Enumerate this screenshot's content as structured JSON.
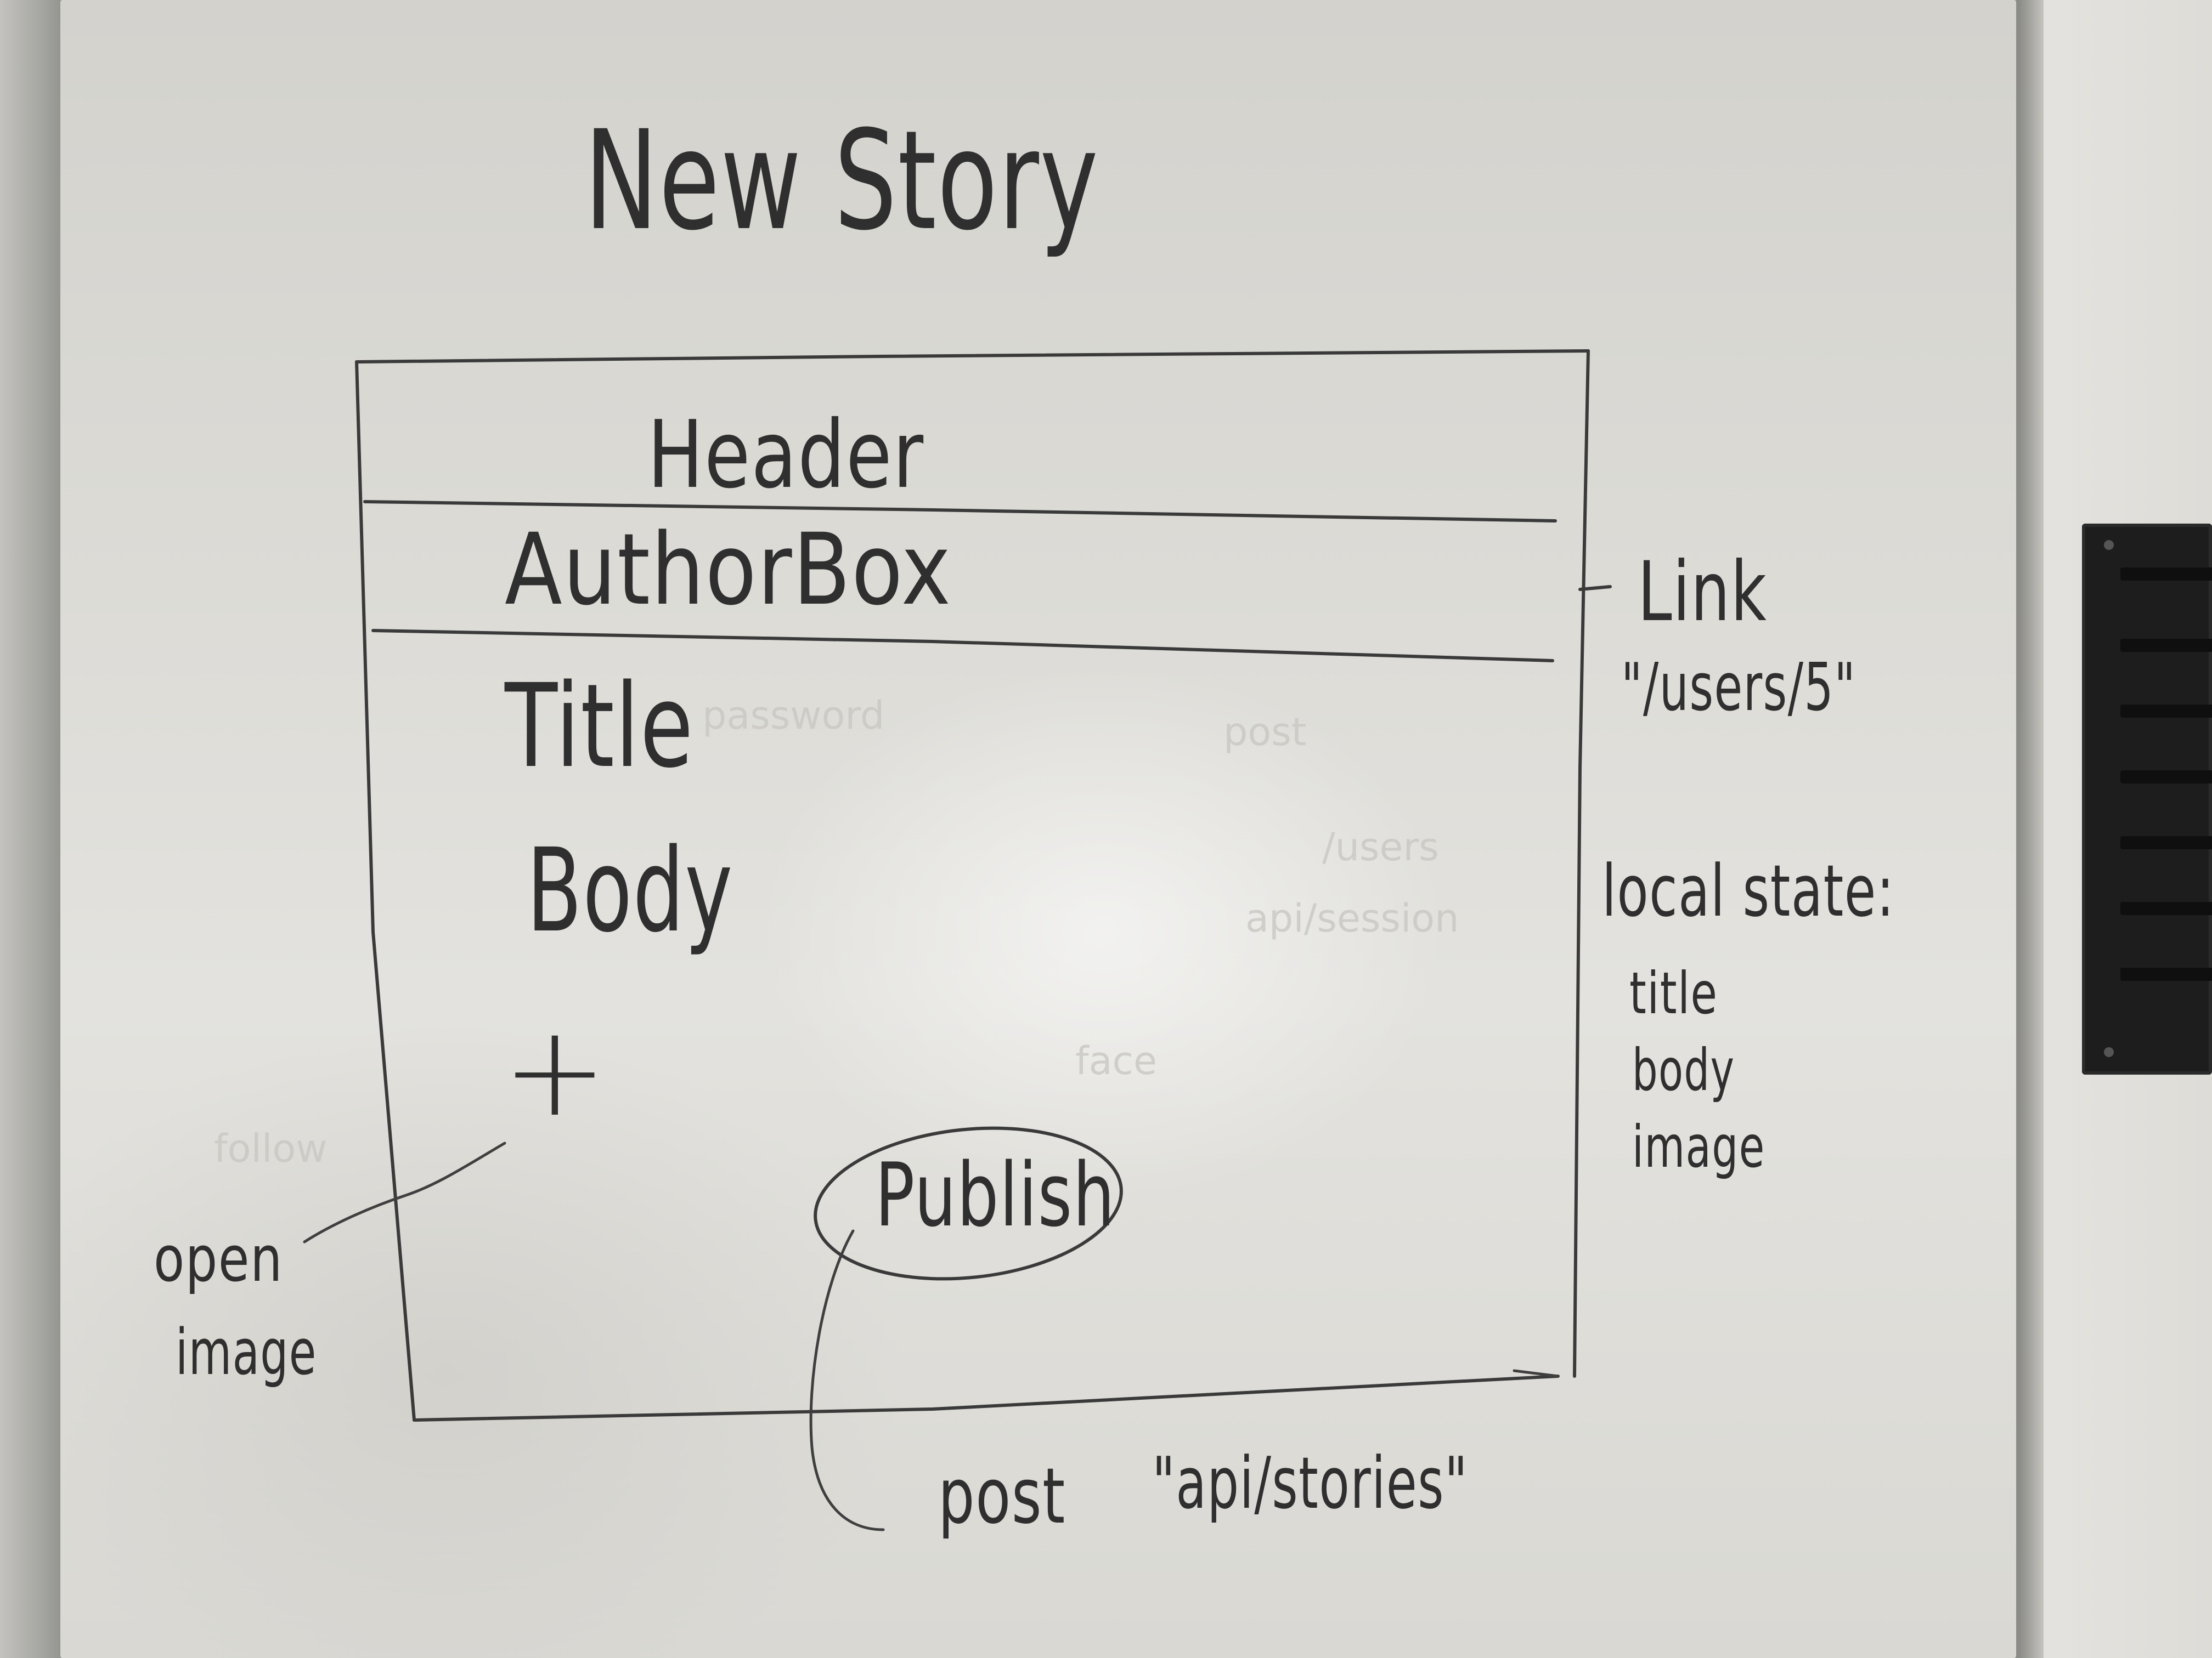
{
  "whiteboard": {
    "title": "New Story",
    "wireframe": {
      "header": "Header",
      "author_box": "AuthorBox",
      "title_field": "Title",
      "body_field": "Body",
      "add_image": "+",
      "publish_button": "Publish"
    },
    "annotations": {
      "link": "Link",
      "link_path": "\"/users/5\"",
      "local_state": "local state:",
      "state_fields": [
        "title",
        "body",
        "image"
      ],
      "open_image_line1": "open",
      "open_image_line2": "image",
      "post_method": "post",
      "post_path": "\"api/stories\""
    },
    "ghost_text": [
      "password",
      "post",
      "/users",
      "api/session",
      "follow",
      "face"
    ]
  },
  "colors": {
    "ink": "#2f2f2f",
    "board": "#dcdbd6",
    "frame": "#9c9c98",
    "wall_bracket": "#1d1d1d"
  }
}
